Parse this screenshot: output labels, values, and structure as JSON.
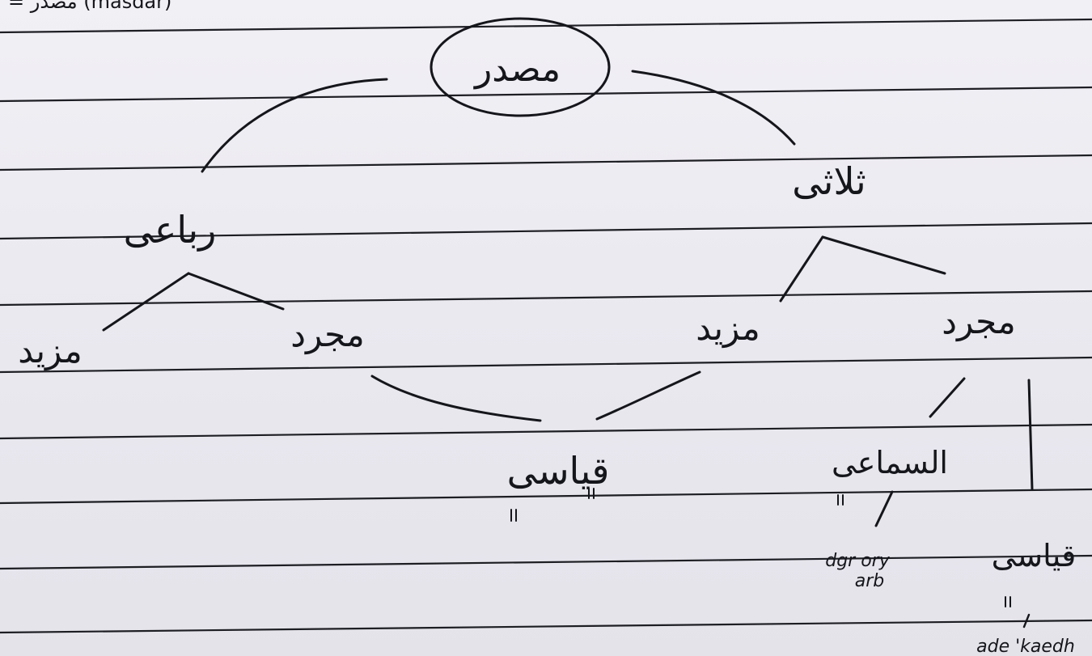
{
  "top_note": "= مصدر (masdar)",
  "root": "مصدر",
  "level1": {
    "left": "رباعی",
    "right": "ثلاثی"
  },
  "level2": {
    "left_a": "مزید",
    "left_b": "مجرد",
    "right_a": "مزید",
    "right_b": "مجرد"
  },
  "level3": {
    "qiyasi": "قیاسی",
    "samai": "السماعی"
  },
  "level4": {
    "qiyasi_right": "قیاسی"
  },
  "annotations": {
    "samai_note_line1": "dgr ory",
    "samai_note_line2": "arb",
    "qiyasi_note": "ade 'kaedh"
  },
  "colors": {
    "ink": "#15151c",
    "paper": "#ebeaf0"
  }
}
